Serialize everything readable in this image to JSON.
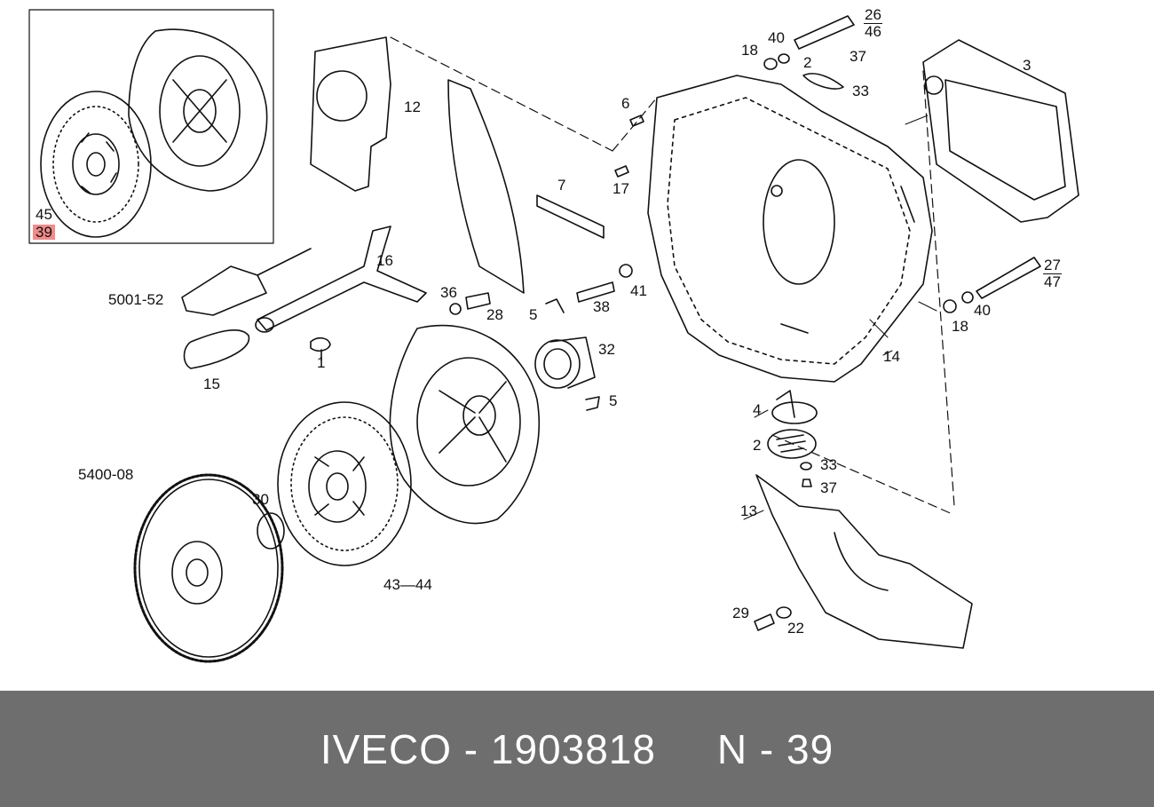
{
  "footer": {
    "brand": "IVECO",
    "separator": " - ",
    "part_number": "1903818",
    "note_prefix": "N - ",
    "note_number": "39"
  },
  "inset": {
    "label_top": "45",
    "label_bottom": "39"
  },
  "labels": {
    "l12": "12",
    "l7": "7",
    "l6": "6",
    "l17": "17",
    "l18a": "18",
    "l40a": "40",
    "l37a": "37",
    "l2a": "2",
    "l33a": "33",
    "l3": "3",
    "l16": "16",
    "l5001": "5001-52",
    "l36": "36",
    "l28": "28",
    "l5a": "5",
    "l38": "38",
    "l41": "41",
    "l40b": "40",
    "l18b": "18",
    "l32": "32",
    "l5b": "5",
    "l15": "15",
    "l1": "1",
    "l14": "14",
    "l4": "4",
    "l2b": "2",
    "l33b": "33",
    "l37b": "37",
    "l13": "13",
    "l540008": "5400-08",
    "l30": "30",
    "l4344": "43—44",
    "l29": "29",
    "l22": "22"
  },
  "fractions": {
    "f2646": {
      "top": "26",
      "bottom": "46"
    },
    "f2747": {
      "top": "27",
      "bottom": "47"
    }
  },
  "colors": {
    "highlight": "#f28b8b",
    "footer_bg": "#6e6e6e",
    "footer_text": "#ffffff",
    "line": "#111111"
  }
}
